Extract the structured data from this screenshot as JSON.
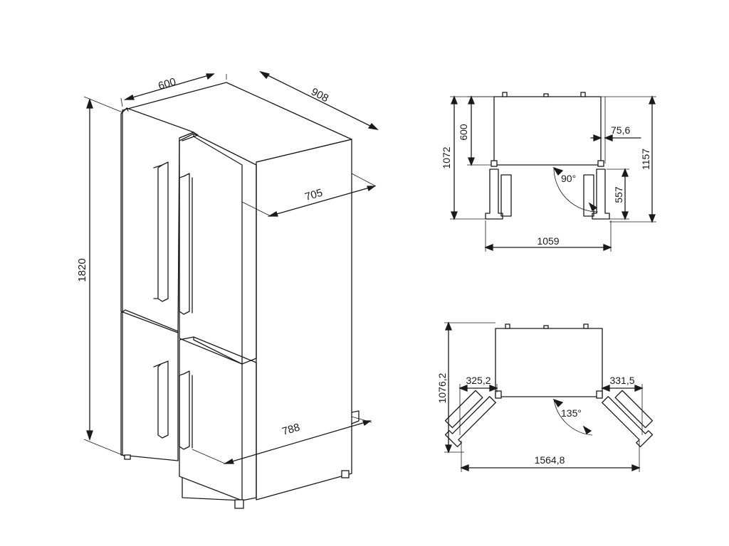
{
  "iso_view": {
    "width": "600",
    "depth": "908",
    "depth_body": "705",
    "depth_open": "788",
    "height": "1820"
  },
  "top_view_90": {
    "door_open_angle": "90°",
    "body_depth": "600",
    "total_depth": "1072",
    "hinge_offset": "75,6",
    "door_width": "557",
    "overall_depth": "1157",
    "overall_width": "1059"
  },
  "top_view_135": {
    "door_open_angle": "135°",
    "total_depth": "1076,2",
    "left_offset": "325,2",
    "right_offset": "331,5",
    "overall_width": "1564,8"
  }
}
